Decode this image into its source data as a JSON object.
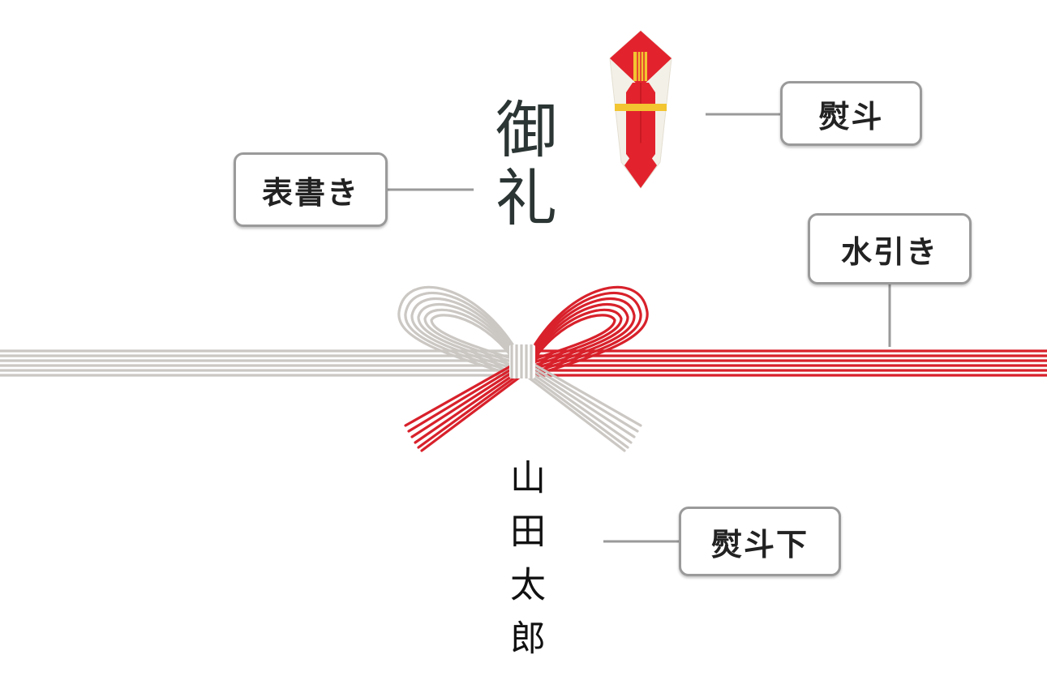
{
  "labels": {
    "omotegaki": "表書き",
    "noshi": "熨斗",
    "mizuhiki": "水引き",
    "noshishita": "熨斗下"
  },
  "omotegaki_text": "御礼",
  "noshishita_text": "山田太郎",
  "colors": {
    "mizuhiki_red": "#d8212b",
    "mizuhiki_silver": "#cbc7c3",
    "noshi_red": "#e2232d",
    "noshi_gold": "#f2c531",
    "noshi_paper": "#f3f0e8",
    "connector": "#9a9a9a"
  },
  "icons": {
    "noshi": "noshi-ornament-icon",
    "mizuhiki": "mizuhiki-bow-icon"
  }
}
